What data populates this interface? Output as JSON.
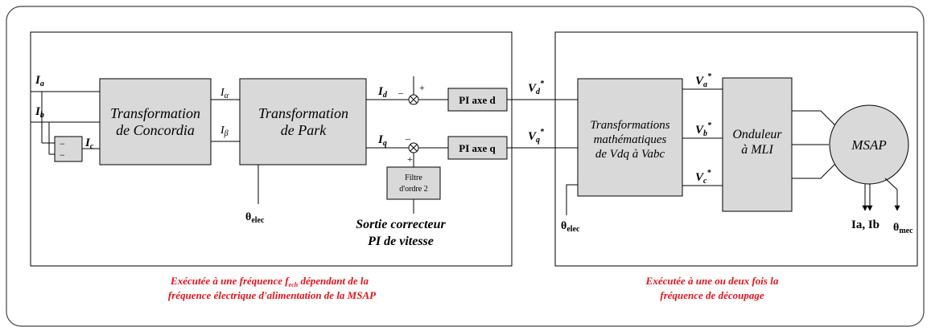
{
  "colors": {
    "block_fill": "#d9d9d9",
    "annotation": "#e8111b",
    "stroke": "#000000",
    "frame": "#444444"
  },
  "inputs": {
    "ia": "I",
    "ia_sub": "a",
    "ib": "I",
    "ib_sub": "b",
    "ic": "I",
    "ic_sub": "c"
  },
  "negation_block": {
    "minus1": "−",
    "minus2": "−"
  },
  "concordia": {
    "line1": "Transformation",
    "line2": "de Concordia",
    "out_alpha": "I",
    "out_alpha_sub": "α",
    "out_beta": "I",
    "out_beta_sub": "β"
  },
  "park": {
    "line1": "Transformation",
    "line2": "de Park",
    "out_d": "I",
    "out_d_sub": "d",
    "out_q": "I",
    "out_q_sub": "q"
  },
  "summers": {
    "d_minus": "–",
    "d_plus": "+",
    "q_minus": "–",
    "q_plus": "+"
  },
  "pi_blocks": {
    "d": "PI axe d",
    "q": "PI axe q"
  },
  "filter": {
    "line1": "Filtre",
    "line2": "d'ordre 2"
  },
  "speed_ref": {
    "line1": "Sortie correcteur",
    "line2": "PI de vitesse"
  },
  "theta_left": {
    "sym": "θ",
    "sub": "elec"
  },
  "refs": {
    "vd": "V",
    "vd_sub": "d",
    "vd_sup": "*",
    "vq": "V",
    "vq_sub": "q",
    "vq_sup": "*"
  },
  "inv_transform": {
    "line1": "Transformations",
    "line2": "mathématiques",
    "line3": "de Vdq à Vabc"
  },
  "phase_refs": {
    "va": "V",
    "va_sub": "a",
    "va_sup": "*",
    "vb": "V",
    "vb_sub": "b",
    "vb_sup": "*",
    "vc": "V",
    "vc_sub": "c",
    "vc_sup": "*"
  },
  "theta_right": {
    "sym": "θ",
    "sub": "elec"
  },
  "inverter": {
    "line1": "Onduleur",
    "line2": "à MLI"
  },
  "motor": {
    "label": "MSAP"
  },
  "motor_outputs": {
    "currents": "Ia, Ib",
    "theta_sym": "θ",
    "theta_sub": "mec"
  },
  "annotations": {
    "left_line1_a": "Exécutée à une fréquence f",
    "left_line1_sub": "ech",
    "left_line1_b": " dépendant de la",
    "left_line2": "fréquence électrique d'alimentation de la MSAP",
    "right_line1": "Exécutée à une ou deux fois la",
    "right_line2": "fréquence de découpage"
  }
}
